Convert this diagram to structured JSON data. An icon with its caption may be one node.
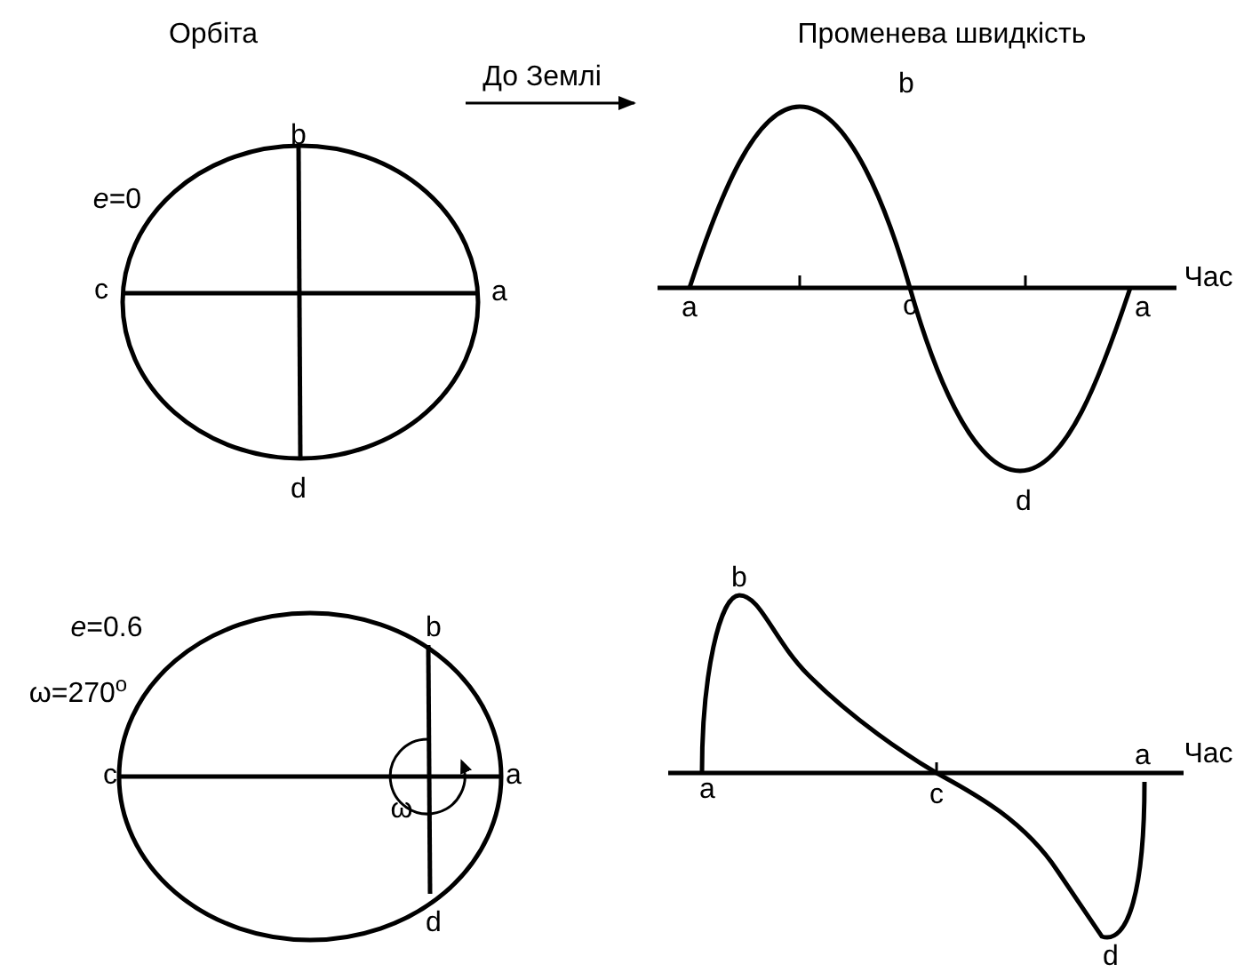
{
  "diagram": {
    "labels": [
      "Орбіта",
      "Променева швидкість",
      "До Землі",
      "b",
      "b",
      "*e*=0",
      "c",
      "a",
      "a",
      "c",
      "a",
      "Час",
      "d",
      "d",
      "b",
      "*e*=0.6",
      "b",
      "ω=270$^{o}$",
      "a",
      "c",
      "a",
      "Час",
      "ω",
      "a",
      "c",
      "d",
      "d"
    ]
  }
}
